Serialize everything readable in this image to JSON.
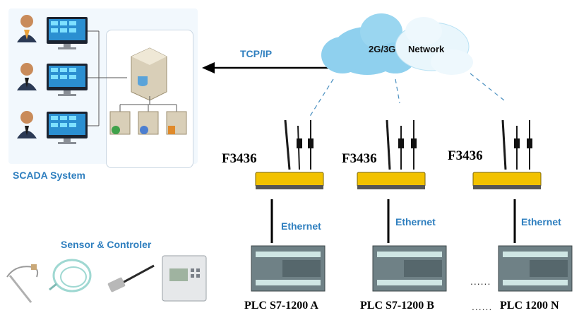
{
  "scada": {
    "label": "SCADA System"
  },
  "link": {
    "protocol": "TCP/IP"
  },
  "cloud": {
    "left_label": "2G/3G",
    "right_label": "Network"
  },
  "routers": [
    {
      "model": "F3436"
    },
    {
      "model": "F3436"
    },
    {
      "model": "F3436"
    }
  ],
  "ethernet": [
    {
      "label": "Ethernet"
    },
    {
      "label": "Ethernet"
    },
    {
      "label": "Ethernet"
    }
  ],
  "plcs": [
    {
      "label": "PLC S7-1200 A"
    },
    {
      "label": "PLC S7-1200 B"
    },
    {
      "label": "PLC 1200 N"
    }
  ],
  "ellipsis": {
    "mid": "......",
    "low": "......"
  },
  "sensors": {
    "label": "Sensor & Controler"
  },
  "colors": {
    "label_blue": "#2f7fbf",
    "cloud": "#8fd0ee",
    "router": "#f2c200",
    "plc": "#6f8186"
  }
}
